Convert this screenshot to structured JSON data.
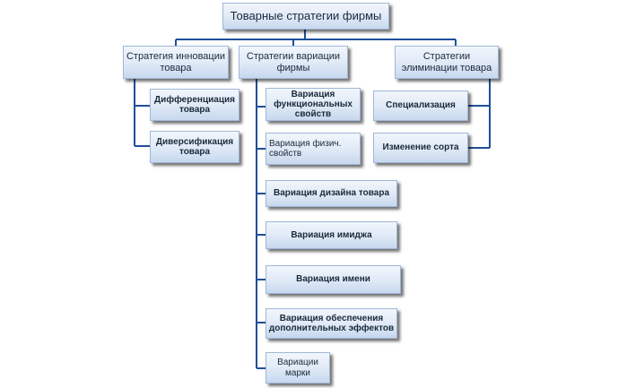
{
  "diagram": {
    "root": {
      "label": "Товарные стратегии фирмы"
    },
    "branches": [
      {
        "label": "Стратегия инновации товара",
        "children": [
          "Дифференциация товара",
          "Диверсификация товара"
        ]
      },
      {
        "label": "Стратегии вариации фирмы",
        "children": [
          "Вариация функциональных свойств",
          "Вариация физич. свойств",
          "Вариация дизайна товара",
          "Вариация имиджа",
          "Вариация имени",
          "Вариация обеспечения дополнительных эффектов",
          "Вариации марки"
        ]
      },
      {
        "label": "Стратегии элиминации товара",
        "children": [
          "Специализация",
          "Изменение сорта"
        ]
      }
    ]
  },
  "colors": {
    "box_fill_top": "#f2f6fc",
    "box_fill_bottom": "#c7d8ee",
    "box_border": "#9fb7d8",
    "connector": "#1f4f9a",
    "text": "#1a2a3a"
  }
}
